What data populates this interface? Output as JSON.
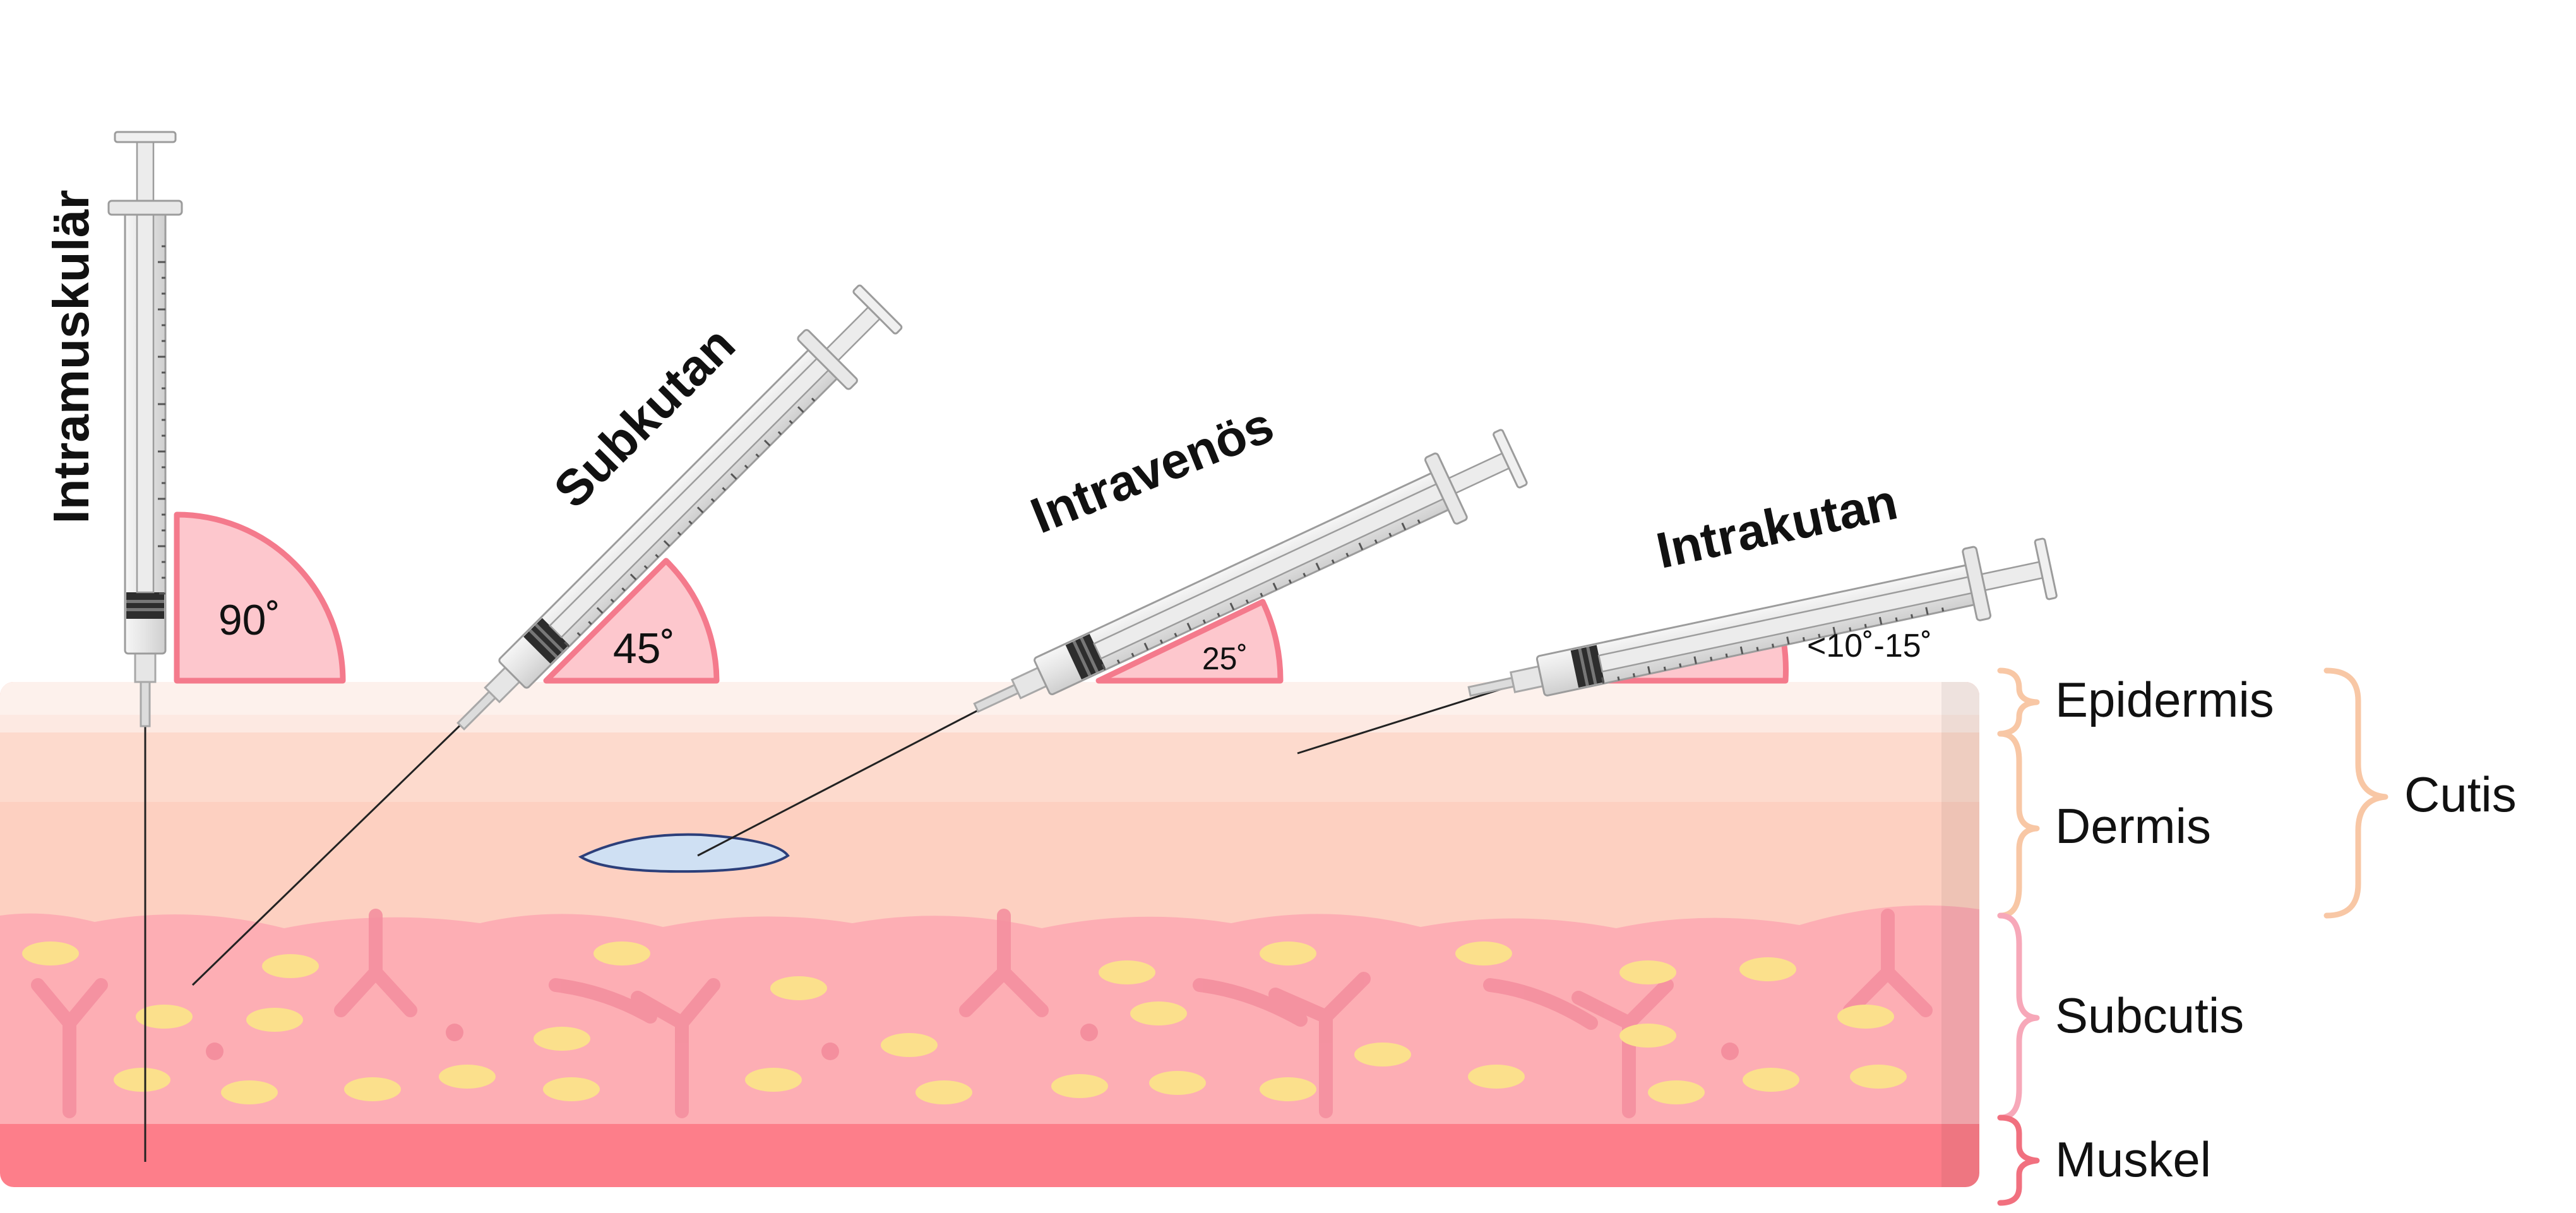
{
  "injections": [
    {
      "id": "intramuskular",
      "label": "Intramuskulär",
      "angle_label": "90˚"
    },
    {
      "id": "subkutan",
      "label": "Subkutan",
      "angle_label": "45˚"
    },
    {
      "id": "intravenos",
      "label": "Intravenös",
      "angle_label": "25˚"
    },
    {
      "id": "intrakutan",
      "label": "Intrakutan",
      "angle_label": "<10˚-15˚"
    }
  ],
  "layers": {
    "epidermis": "Epidermis",
    "dermis": "Dermis",
    "subcutis": "Subcutis",
    "muskel": "Muskel",
    "cutis": "Cutis"
  },
  "colors": {
    "epidermis": "#fde9e2",
    "dermis": "#fdd0c1",
    "subcutis": "#fdaeb4",
    "muskel": "#fd7e8a",
    "fat": "#fbe08c",
    "angle_fill": "#fdc7cd",
    "angle_stroke": "#f47a8c",
    "vein": "#cfe0f3",
    "bracket_cutis": "#f8c7a5",
    "bracket_subcutis": "#f7a8b9",
    "bracket_muskel": "#f1707f"
  }
}
